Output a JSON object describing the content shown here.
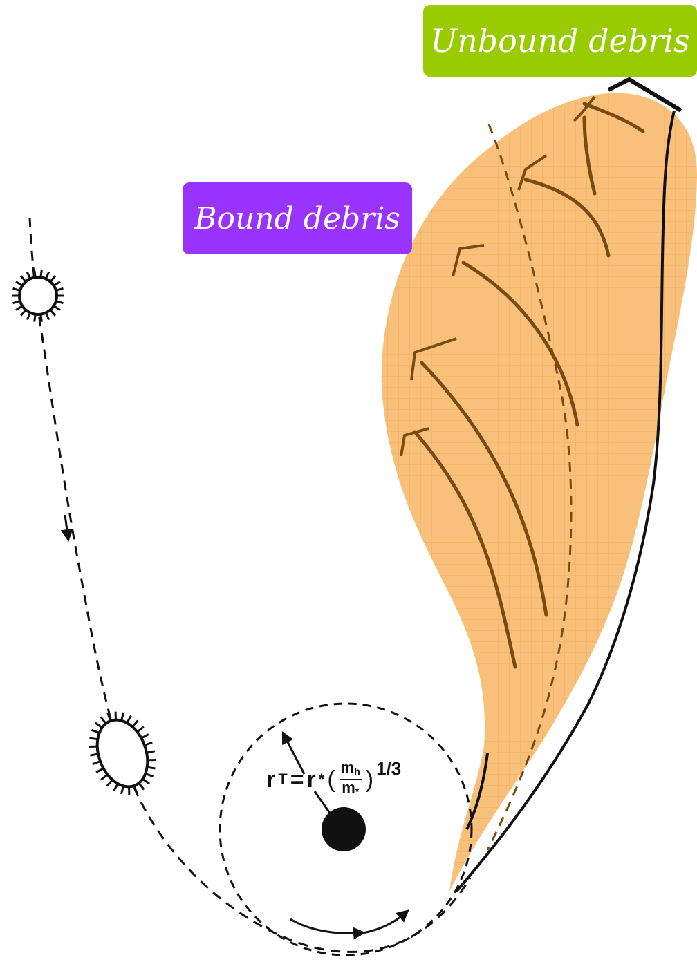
{
  "labels": {
    "unbound": "Unbound debris",
    "bound": "Bound debris"
  },
  "formula": {
    "lhs": "r",
    "lhs_sub": "T",
    "equals": "=",
    "rstar": "r",
    "rstar_sub": "*",
    "frac_num": "m",
    "frac_num_sub": "h",
    "frac_den": "m",
    "frac_den_sub": "*",
    "exponent": "1/3"
  },
  "colors": {
    "unbound_bg": "#99cc00",
    "bound_bg": "#9933ff",
    "debris_fill": "#f8c07a",
    "debris_grid": "#f0a850",
    "stream_lines": "#7a4a10",
    "ink": "#111111"
  }
}
